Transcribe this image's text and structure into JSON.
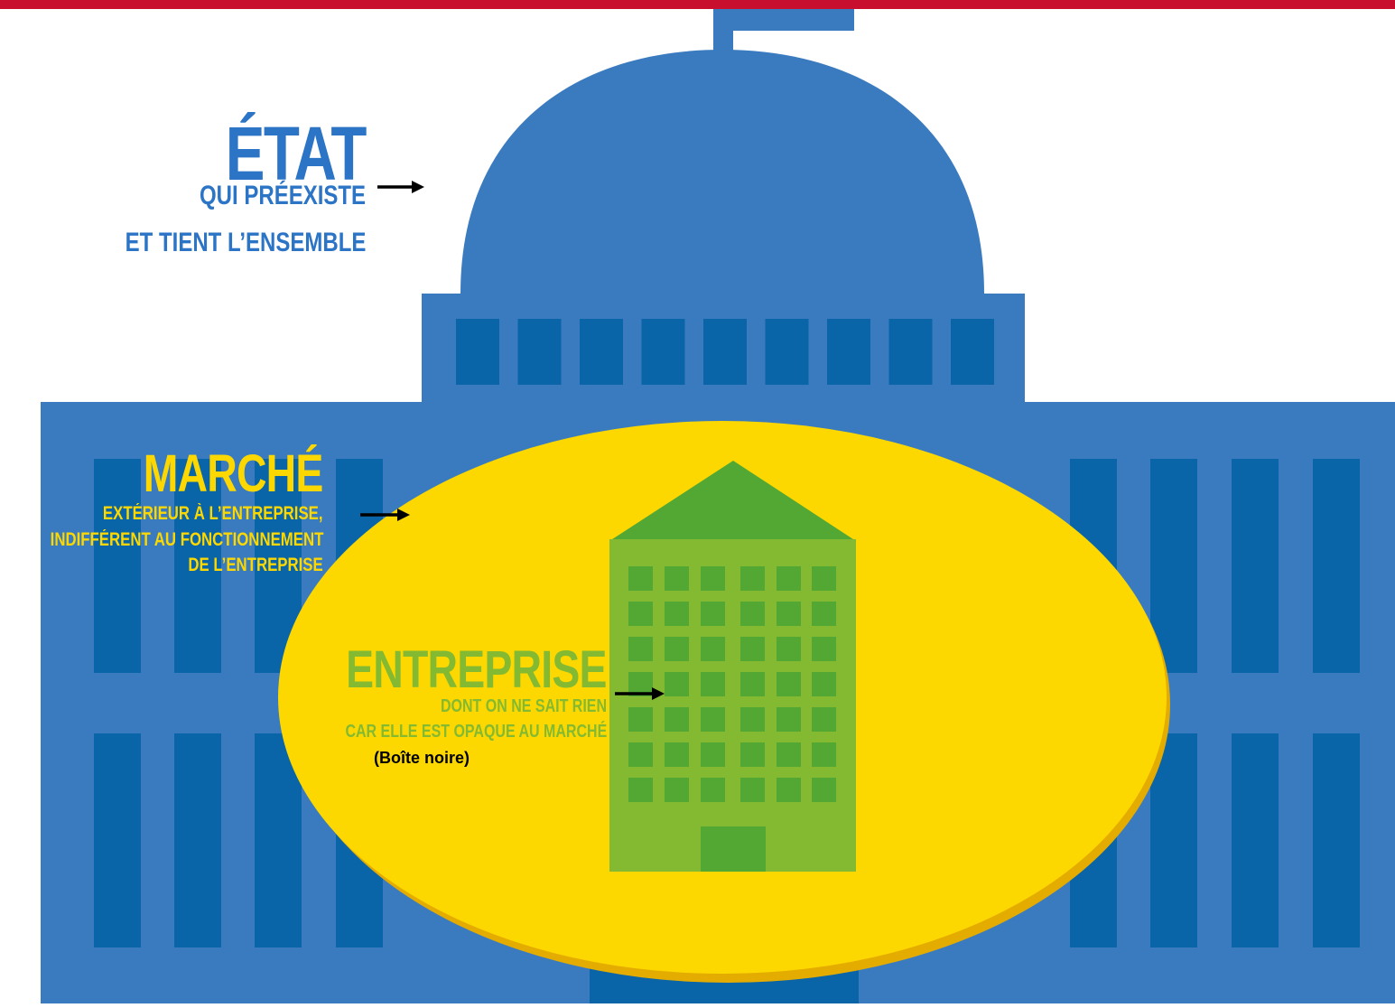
{
  "colors": {
    "top_bar": "#c8102e",
    "building_blue": "#3a7bbf",
    "window_blue": "#0a64a8",
    "market_yellow": "#fcd800",
    "market_shadow": "#e5ac00",
    "company_light_green": "#84ba31",
    "company_dark_green": "#52a833",
    "arrow": "#000000",
    "etat_text": "#2b74c6",
    "marche_text": "#fcd800",
    "entreprise_text": "#84ba31"
  },
  "etat": {
    "title": "ÉTAT",
    "line1": "QUI PRÉEXISTE",
    "line2": "ET TIENT L’ENSEMBLE"
  },
  "marche": {
    "title": "MARCHÉ",
    "line1": "EXTÉRIEUR À L’ENTREPRISE,",
    "line2": "INDIFFÉRENT AU FONCTIONNEMENT",
    "line3": "DE L’ENTREPRISE"
  },
  "entreprise": {
    "title": "ENTREPRISE",
    "line1": "DONT ON NE SAIT RIEN",
    "line2": "CAR ELLE EST OPAQUE AU MARCHÉ",
    "note": "(Boîte noire)"
  }
}
